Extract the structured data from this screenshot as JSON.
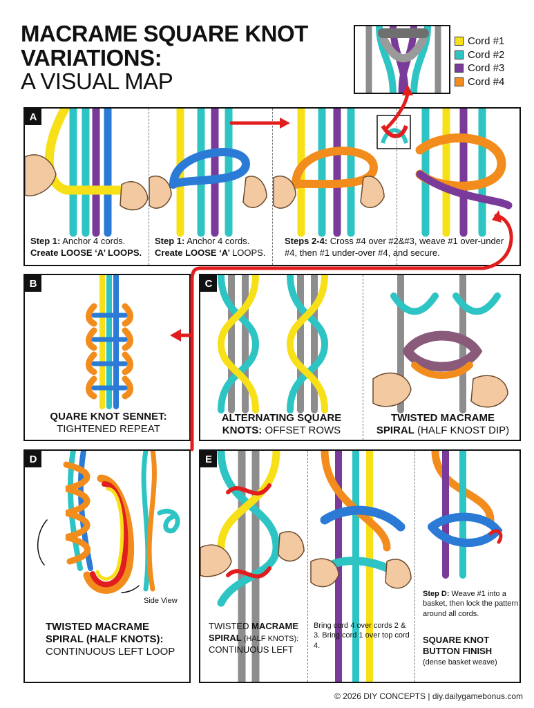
{
  "title": {
    "line1": "MACRAME SQUARE KNOT",
    "line2": "VARIATIONS:",
    "line3": "A VISUAL MAP"
  },
  "legend": [
    {
      "label": "Cord #1",
      "color": "#f7e018"
    },
    {
      "label": "Cord #2",
      "color": "#2ec4c4"
    },
    {
      "label": "Cord #3",
      "color": "#7a3a9a"
    },
    {
      "label": "Cord #4",
      "color": "#f28c1c"
    }
  ],
  "colors": {
    "cord1": "#f7e018",
    "cord2": "#2ec4c4",
    "cord3": "#7a3a9a",
    "cord4": "#f28c1c",
    "blue": "#2b7bd6",
    "gray": "#8d8d8d",
    "arrow": "#e11d1d",
    "skin": "#f2c9a0"
  },
  "panels": {
    "a": {
      "badge": "A",
      "step1a": {
        "bold": "Step 1:",
        "text": " Anchor 4 cords.",
        "bold2": "Create LOOSE ‘A’ LOOPS."
      },
      "step1b": {
        "bold": "Step 1:",
        "text": " Anchor 4 cords.",
        "bold2": "Create LOOSE ‘A’ ",
        "tail": "LOOPS."
      },
      "steps24": {
        "bold": "Steps 2-4:",
        "text": " Cross #4 over #2&#3, weave #1 over-under #4, then #1 under-over #4, and secure."
      }
    },
    "b": {
      "badge": "B",
      "title_bold": "QUARE KNOT SENNET:",
      "title_sub": "TIGHTENED REPEAT"
    },
    "c": {
      "badge": "C",
      "left_bold1": "ALTERNATING SQUARE",
      "left_bold2": "KNOTS:",
      "left_rest": " OFFSET ROWS",
      "right_bold1": "TWISTED MACRAME",
      "right_bold2": "SPIRAL",
      "right_rest": " (HALF KNOST DIP)"
    },
    "d": {
      "badge": "D",
      "side_view": "Side View",
      "title_bold": "TWISTED MACRAME SPIRAL (HALF KNOTS):",
      "title_sub": "CONTINUOUS LEFT LOOP"
    },
    "e": {
      "badge": "E",
      "cap1_a": "TWISTED ",
      "cap1_b": "MACRAME SPIRAL",
      "cap1_c": " (HALF KNOTS):",
      "cap1_d": "CONTINUOUS LEFT",
      "cap2": "Bring cord 4 over cords 2 & 3. Bring cord 1 over top cord 4.",
      "cap3_bold": "Step D:",
      "cap3_text": " Weave #1 into a basket, then lock the pattern around all cords.",
      "cap3_title": "SQUARE KNOT BUTTON FINISH",
      "cap3_sub": "(dense basket weave)"
    }
  },
  "footer": "© 2026 DIY CONCEPTS | diy.dailygamebonus.com"
}
